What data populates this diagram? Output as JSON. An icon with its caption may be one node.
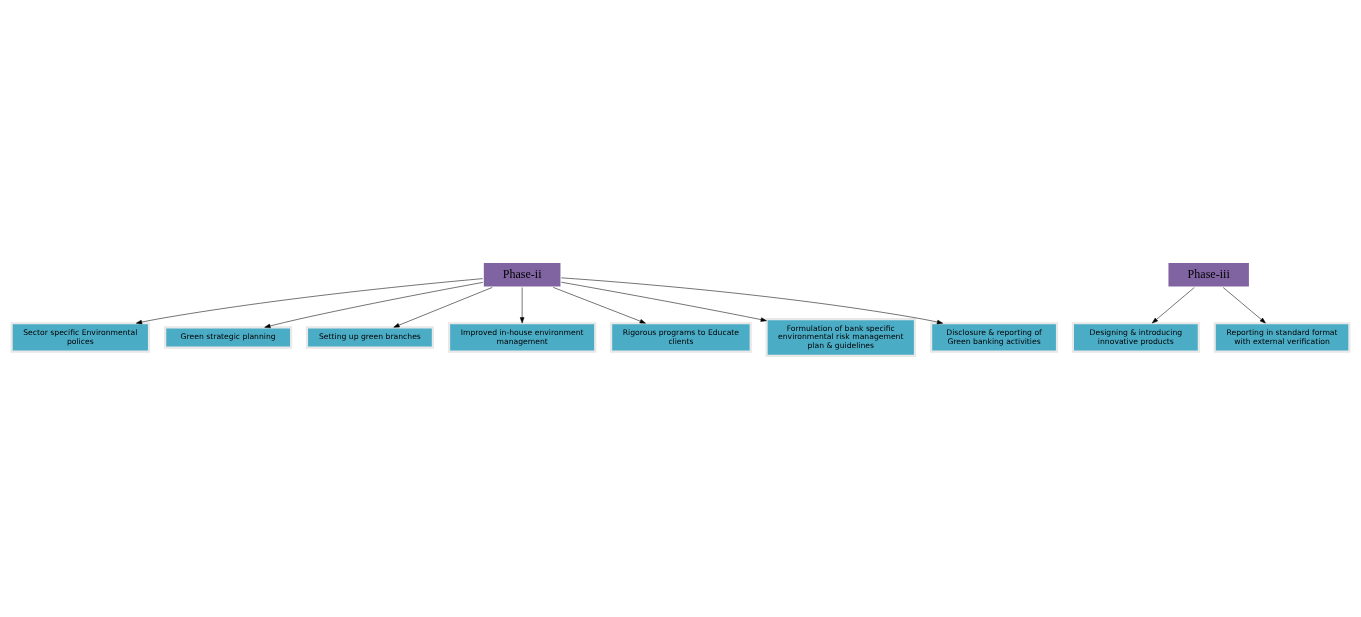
{
  "diagram": {
    "nodes": [
      {
        "text": [
          "Sector specific Environmental polices"
        ]
      },
      {
        "text": [
          "Green strategic planning"
        ]
      },
      {
        "text": [
          "Setting up green branches"
        ]
      },
      {
        "text": [
          "Improved in-house environment management"
        ]
      },
      {
        "text": [
          "Phase-ii"
        ]
      },
      {
        "text": [
          "Rigorous programs to Educate clients"
        ]
      },
      {
        "text": [
          "Formulation of bank specific environmental risk management plan & guidelines"
        ]
      },
      {
        "text": [
          "Disclosure & reporting of Green banking activities"
        ]
      },
      {
        "text": [
          "Phase-iii"
        ]
      },
      {
        "text": [
          "Designing & introducing innovative products"
        ]
      },
      {
        "text": [
          "Reporting in standard format with external verification"
        ]
      }
    ],
    "edges": [
      {
        "from": 4,
        "to": 0,
        "arrow": "to"
      },
      {
        "from": 4,
        "to": 1,
        "arrow": "to"
      },
      {
        "from": 4,
        "to": 2,
        "arrow": "to"
      },
      {
        "from": 4,
        "to": 3,
        "arrow": "to"
      },
      {
        "from": 4,
        "to": 5,
        "arrow": "to"
      },
      {
        "from": 4,
        "to": 6,
        "arrow": "to"
      },
      {
        "from": 4,
        "to": 7,
        "arrow": "to"
      },
      {
        "from": 8,
        "to": 9,
        "arrow": "to"
      },
      {
        "from": 8,
        "to": 10,
        "arrow": "to"
      }
    ]
  }
}
